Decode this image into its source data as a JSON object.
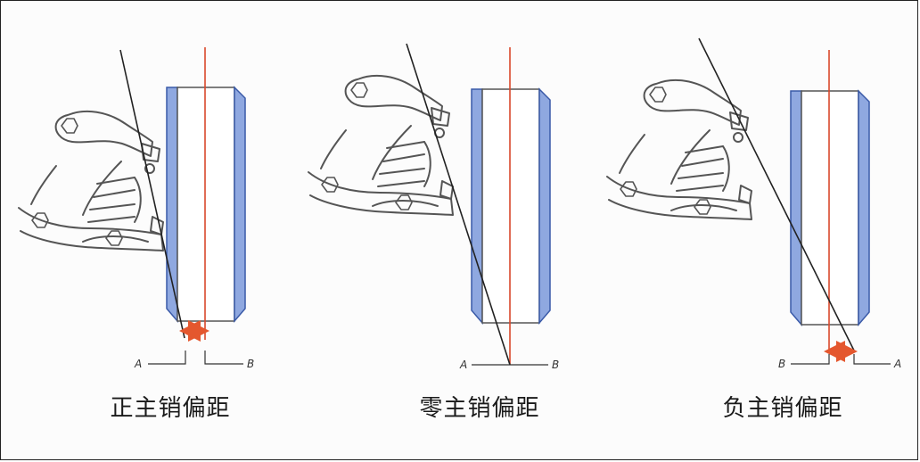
{
  "panels": [
    {
      "caption": "正主销偏距",
      "label_left": "A",
      "label_right": "B"
    },
    {
      "caption": "零主销偏距",
      "label_left": "A",
      "label_right": "B"
    },
    {
      "caption": "负主销偏距",
      "label_left": "B",
      "label_right": "A"
    }
  ],
  "colors": {
    "tire_side": "#7f9fdc",
    "tire_edge": "#3a5aa8",
    "center_line": "#d9482b",
    "offset_arrow": "#e4572e",
    "outline": "#555555"
  }
}
